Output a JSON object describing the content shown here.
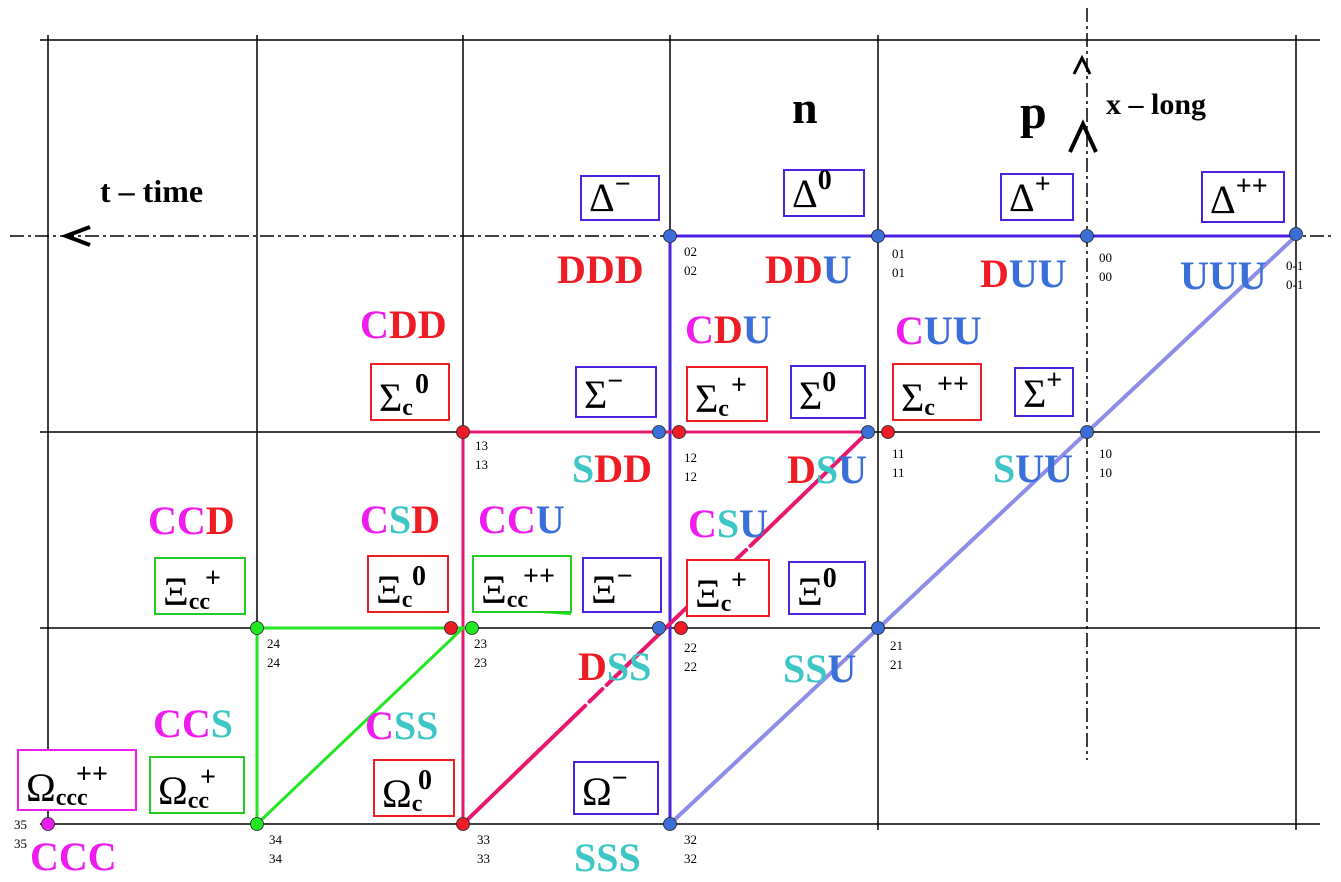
{
  "axes": {
    "time_label": "t – time",
    "long_label": "x – long",
    "n_label": "n",
    "p_label": "p"
  },
  "colors": {
    "red": "#ee1c25",
    "magenta": "#ee1cee",
    "blue": "#3a6fd8",
    "cyan": "#3cc6c6",
    "violet": "#4a22e0",
    "pink": "#e8186e",
    "green": "#22e622",
    "lavender": "#8d8de8",
    "box_blue": "#4a22e0",
    "box_red": "#ee1c25",
    "box_green": "#22cc22",
    "box_magenta": "#ee1cee"
  },
  "nodes": [
    {
      "id": "02",
      "label": "02",
      "color": "blue"
    },
    {
      "id": "01",
      "label": "01",
      "color": "blue"
    },
    {
      "id": "00",
      "label": "00",
      "color": "blue"
    },
    {
      "id": "0-1",
      "label": "0-1",
      "color": "blue"
    },
    {
      "id": "13",
      "label": "13",
      "color": "red"
    },
    {
      "id": "12",
      "label": "12",
      "color": "blue"
    },
    {
      "id": "12r",
      "label": "",
      "color": "red"
    },
    {
      "id": "11",
      "label": "11",
      "color": "blue"
    },
    {
      "id": "11r",
      "label": "",
      "color": "red"
    },
    {
      "id": "10",
      "label": "10",
      "color": "blue"
    },
    {
      "id": "24",
      "label": "24",
      "color": "green"
    },
    {
      "id": "23r",
      "label": "",
      "color": "red"
    },
    {
      "id": "23",
      "label": "23",
      "color": "green"
    },
    {
      "id": "22",
      "label": "22",
      "color": "blue"
    },
    {
      "id": "22r",
      "label": "",
      "color": "red"
    },
    {
      "id": "21",
      "label": "21",
      "color": "blue"
    },
    {
      "id": "35",
      "label": "35",
      "color": "magenta"
    },
    {
      "id": "34",
      "label": "34",
      "color": "green"
    },
    {
      "id": "33",
      "label": "33",
      "color": "red"
    },
    {
      "id": "32",
      "label": "32",
      "color": "blue"
    }
  ],
  "quarks": [
    {
      "id": "ddd",
      "parts": [
        [
          "D",
          "red"
        ],
        [
          "D",
          "red"
        ],
        [
          "D",
          "red"
        ]
      ]
    },
    {
      "id": "ddu",
      "parts": [
        [
          "D",
          "red"
        ],
        [
          "D",
          "red"
        ],
        [
          "U",
          "blue"
        ]
      ]
    },
    {
      "id": "duu",
      "parts": [
        [
          "D",
          "red"
        ],
        [
          "U",
          "blue"
        ],
        [
          "U",
          "blue"
        ]
      ]
    },
    {
      "id": "uuu",
      "parts": [
        [
          "U",
          "blue"
        ],
        [
          "U",
          "blue"
        ],
        [
          "U",
          "blue"
        ]
      ]
    },
    {
      "id": "cdd",
      "parts": [
        [
          "C",
          "magenta"
        ],
        [
          "D",
          "red"
        ],
        [
          "D",
          "red"
        ]
      ]
    },
    {
      "id": "cdu",
      "parts": [
        [
          "C",
          "magenta"
        ],
        [
          "D",
          "red"
        ],
        [
          "U",
          "blue"
        ]
      ]
    },
    {
      "id": "cuu",
      "parts": [
        [
          "C",
          "magenta"
        ],
        [
          "U",
          "blue"
        ],
        [
          "U",
          "blue"
        ]
      ]
    },
    {
      "id": "sdd",
      "parts": [
        [
          "S",
          "cyan"
        ],
        [
          "D",
          "red"
        ],
        [
          "D",
          "red"
        ]
      ]
    },
    {
      "id": "dsu",
      "parts": [
        [
          "D",
          "red"
        ],
        [
          "S",
          "cyan"
        ],
        [
          "U",
          "blue"
        ]
      ]
    },
    {
      "id": "suu",
      "parts": [
        [
          "S",
          "cyan"
        ],
        [
          "U",
          "blue"
        ],
        [
          "U",
          "blue"
        ]
      ]
    },
    {
      "id": "ccd",
      "parts": [
        [
          "C",
          "magenta"
        ],
        [
          "C",
          "magenta"
        ],
        [
          "D",
          "red"
        ]
      ]
    },
    {
      "id": "csd",
      "parts": [
        [
          "C",
          "magenta"
        ],
        [
          "S",
          "cyan"
        ],
        [
          "D",
          "red"
        ]
      ]
    },
    {
      "id": "ccu",
      "parts": [
        [
          "C",
          "magenta"
        ],
        [
          "C",
          "magenta"
        ],
        [
          "U",
          "blue"
        ]
      ]
    },
    {
      "id": "csu",
      "parts": [
        [
          "C",
          "magenta"
        ],
        [
          "S",
          "cyan"
        ],
        [
          "U",
          "blue"
        ]
      ]
    },
    {
      "id": "dss",
      "parts": [
        [
          "D",
          "red"
        ],
        [
          "S",
          "cyan"
        ],
        [
          "S",
          "cyan"
        ]
      ]
    },
    {
      "id": "ssu",
      "parts": [
        [
          "S",
          "cyan"
        ],
        [
          "S",
          "cyan"
        ],
        [
          "U",
          "blue"
        ]
      ]
    },
    {
      "id": "ccs",
      "parts": [
        [
          "C",
          "magenta"
        ],
        [
          "C",
          "magenta"
        ],
        [
          "S",
          "cyan"
        ]
      ]
    },
    {
      "id": "css",
      "parts": [
        [
          "C",
          "magenta"
        ],
        [
          "S",
          "cyan"
        ],
        [
          "S",
          "cyan"
        ]
      ]
    },
    {
      "id": "ccc",
      "parts": [
        [
          "C",
          "magenta"
        ],
        [
          "C",
          "magenta"
        ],
        [
          "C",
          "magenta"
        ]
      ]
    },
    {
      "id": "sss",
      "parts": [
        [
          "S",
          "cyan"
        ],
        [
          "S",
          "cyan"
        ],
        [
          "S",
          "cyan"
        ]
      ]
    }
  ],
  "particles": [
    {
      "id": "delta-minus",
      "sym": "Δ",
      "sub": "",
      "sup": "−",
      "box": "box_blue"
    },
    {
      "id": "delta-zero",
      "sym": "Δ",
      "sub": "",
      "sup": "0",
      "box": "box_blue"
    },
    {
      "id": "delta-plus",
      "sym": "Δ",
      "sub": "",
      "sup": "+",
      "box": "box_blue"
    },
    {
      "id": "delta-plusplus",
      "sym": "Δ",
      "sub": "",
      "sup": "++",
      "box": "box_blue"
    },
    {
      "id": "sigma-c-zero",
      "sym": "Σ",
      "sub": "c",
      "sup": "0",
      "box": "box_red"
    },
    {
      "id": "sigma-minus",
      "sym": "Σ",
      "sub": "",
      "sup": "−",
      "box": "box_blue"
    },
    {
      "id": "sigma-c-plus",
      "sym": "Σ",
      "sub": "c",
      "sup": "+",
      "box": "box_red"
    },
    {
      "id": "sigma-zero",
      "sym": "Σ",
      "sub": "",
      "sup": "0",
      "box": "box_blue"
    },
    {
      "id": "sigma-c-plusplus",
      "sym": "Σ",
      "sub": "c",
      "sup": "++",
      "box": "box_red"
    },
    {
      "id": "sigma-plus",
      "sym": "Σ",
      "sub": "",
      "sup": "+",
      "box": "box_blue"
    },
    {
      "id": "xi-cc-plus",
      "sym": "Ξ",
      "sub": "cc",
      "sup": "+",
      "box": "box_green"
    },
    {
      "id": "xi-c-zero",
      "sym": "Ξ",
      "sub": "c",
      "sup": "0",
      "box": "box_red"
    },
    {
      "id": "xi-cc-plusplus",
      "sym": "Ξ",
      "sub": "cc",
      "sup": "++",
      "box": "box_green"
    },
    {
      "id": "xi-minus",
      "sym": "Ξ",
      "sub": "",
      "sup": "−",
      "box": "box_blue"
    },
    {
      "id": "xi-c-plus",
      "sym": "Ξ",
      "sub": "c",
      "sup": "+",
      "box": "box_red"
    },
    {
      "id": "xi-zero",
      "sym": "Ξ",
      "sub": "",
      "sup": "0",
      "box": "box_blue"
    },
    {
      "id": "omega-ccc-plusplus",
      "sym": "Ω",
      "sub": "ccc",
      "sup": "++",
      "box": "box_magenta"
    },
    {
      "id": "omega-cc-plus",
      "sym": "Ω",
      "sub": "cc",
      "sup": "+",
      "box": "box_green"
    },
    {
      "id": "omega-c-zero",
      "sym": "Ω",
      "sub": "c",
      "sup": "0",
      "box": "box_red"
    },
    {
      "id": "omega-minus",
      "sym": "Ω",
      "sub": "",
      "sup": "−",
      "box": "box_blue"
    }
  ]
}
